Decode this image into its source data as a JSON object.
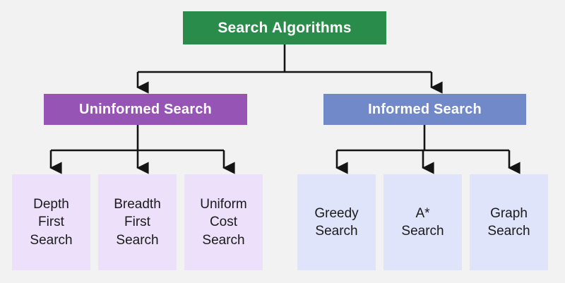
{
  "diagram": {
    "type": "tree",
    "title": "Search Algorithms taxonomy",
    "background_color": "#f2f2f2",
    "root": {
      "label": "Search Algorithms",
      "color": "#2a8c4a",
      "text_color": "#ffffff"
    },
    "branches": [
      {
        "label": "Uninformed Search",
        "color": "#9655b4",
        "text_color": "#ffffff",
        "leaf_color": "#ece0fb",
        "children": [
          {
            "label": "Depth\nFirst\nSearch"
          },
          {
            "label": "Breadth\nFirst\nSearch"
          },
          {
            "label": "Uniform\nCost\nSearch"
          }
        ]
      },
      {
        "label": "Informed Search",
        "color": "#7289c9",
        "text_color": "#ffffff",
        "leaf_color": "#e0e4fb",
        "children": [
          {
            "label": "Greedy\nSearch"
          },
          {
            "label": "A*\nSearch"
          },
          {
            "label": "Graph\nSearch"
          }
        ]
      }
    ],
    "connector": {
      "color": "#141414",
      "style": "orthogonal-elbow-with-arrowheads"
    }
  }
}
